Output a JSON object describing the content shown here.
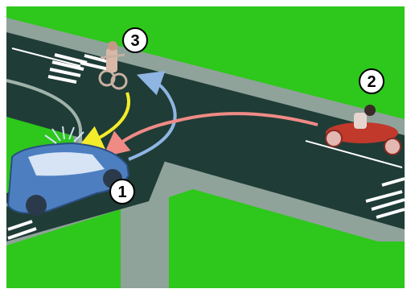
{
  "markers": [
    {
      "id": "car",
      "label": "1"
    },
    {
      "id": "motorcycle",
      "label": "2"
    },
    {
      "id": "bicycle",
      "label": "3"
    }
  ],
  "colors": {
    "grass": "#2ec71c",
    "sidewalk": "#8fa39a",
    "road": "#1f3c37",
    "lane_line": "#ffffff",
    "path_yellow": "#f4ec2a",
    "path_blue": "#8fb5e3",
    "path_red": "#f08a85",
    "car_body": "#4d7fc0",
    "motorcycle_body": "#c0392b",
    "bicycle_rider": "#d9b8a8"
  }
}
